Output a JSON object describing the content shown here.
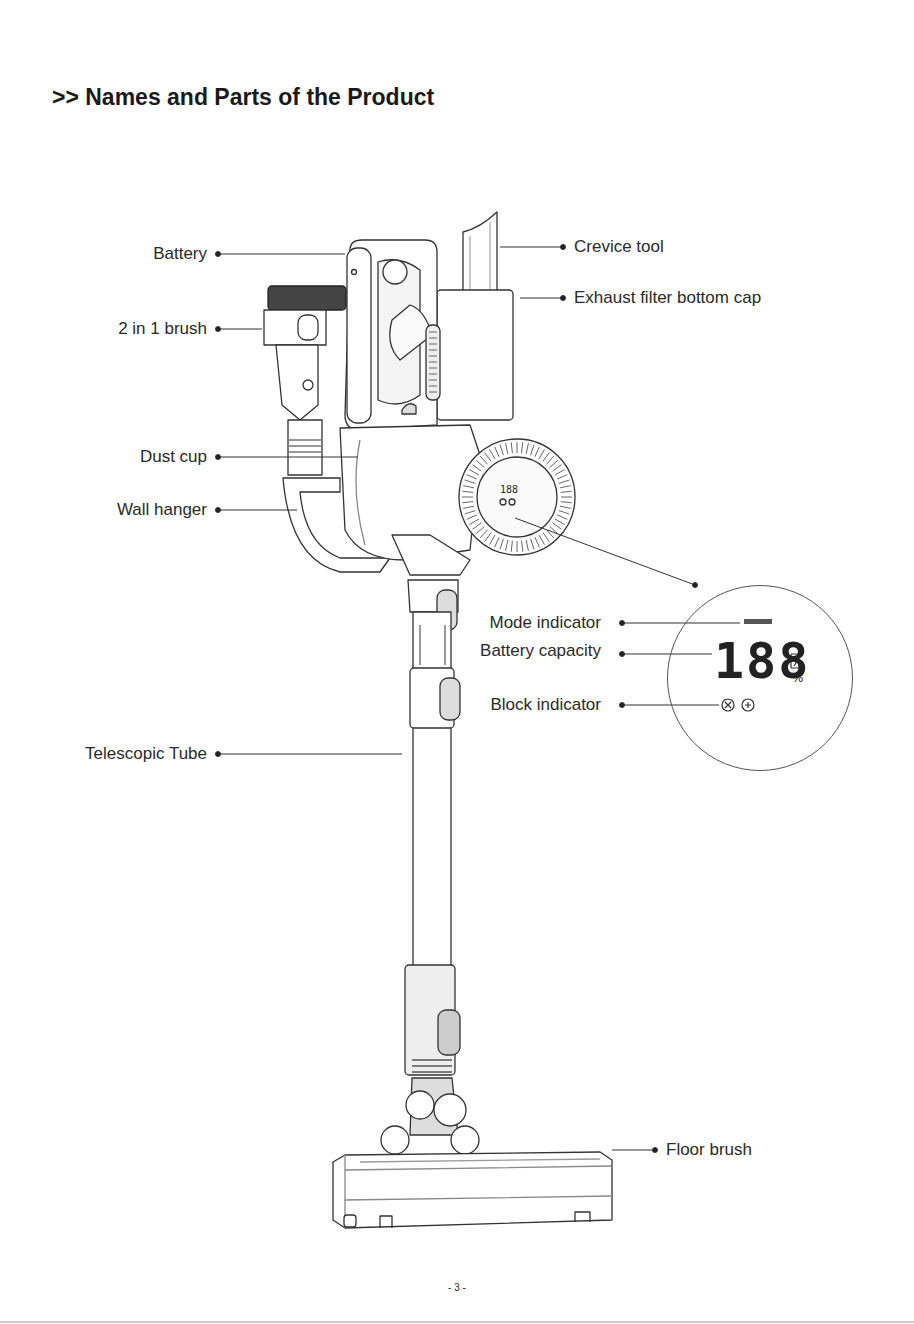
{
  "diagram": {
    "title": ">> Names and Parts of the Product",
    "nodes": [
      {
        "text": [
          "188",
          "%"
        ]
      }
    ],
    "labels": [
      "Battery",
      "2 in 1 brush",
      "Dust cup",
      "Wall hanger",
      "Telescopic Tube",
      "Crevice tool",
      "Exhaust filter bottom cap",
      "Mode indicator",
      "Battery capacity",
      "Block indicator",
      "Floor brush",
      "188",
      "- 3 -"
    ]
  }
}
